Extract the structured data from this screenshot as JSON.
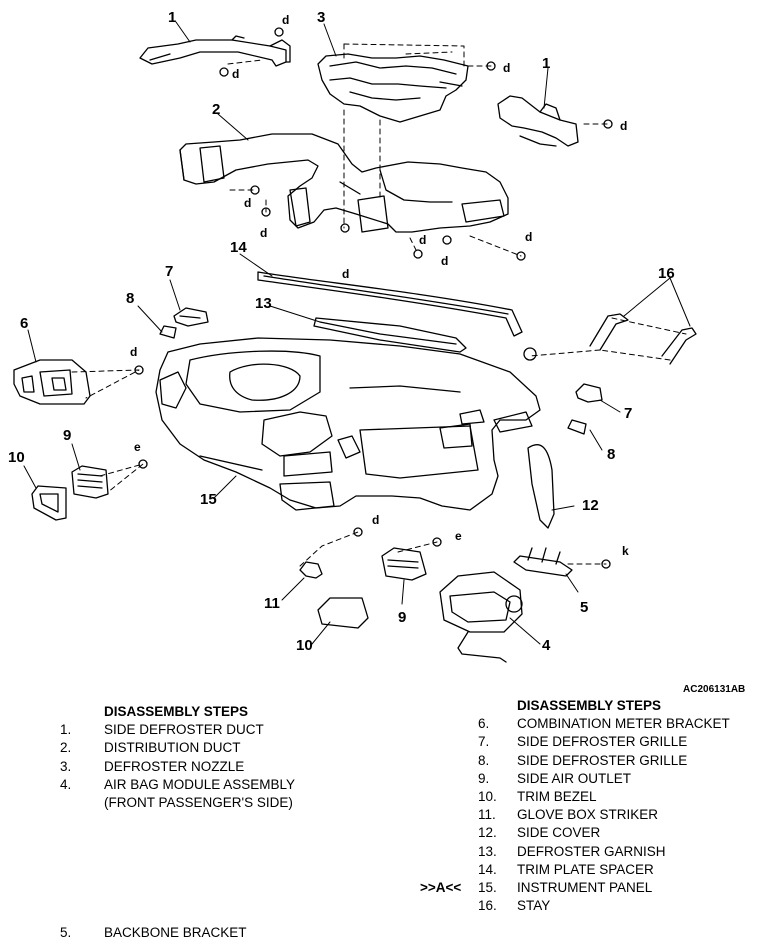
{
  "callouts": {
    "c1a": "1",
    "c1b": "1",
    "c2": "2",
    "c3": "3",
    "c4": "4",
    "c5": "5",
    "c6": "6",
    "c7a": "7",
    "c7b": "7",
    "c8a": "8",
    "c8b": "8",
    "c9a": "9",
    "c9b": "9",
    "c10a": "10",
    "c10b": "10",
    "c11": "11",
    "c12": "12",
    "c13": "13",
    "c14": "14",
    "c15": "15",
    "c16": "16"
  },
  "fasteners": {
    "d": "d",
    "e": "e",
    "k": "k"
  },
  "figure_code": "AC206131AB",
  "left_steps": {
    "heading": "DISASSEMBLY STEPS",
    "items": [
      {
        "num": "1.",
        "text": "SIDE DEFROSTER DUCT"
      },
      {
        "num": "2.",
        "text": "DISTRIBUTION DUCT"
      },
      {
        "num": "3.",
        "text": "DEFROSTER NOZZLE"
      },
      {
        "num": "4.",
        "text": "AIR BAG MODULE ASSEMBLY"
      },
      {
        "num": "",
        "text": "(FRONT PASSENGER'S SIDE)"
      }
    ]
  },
  "right_steps": {
    "heading": "DISASSEMBLY STEPS",
    "items": [
      {
        "mark": "",
        "num": "6.",
        "text": "COMBINATION METER BRACKET"
      },
      {
        "mark": "",
        "num": "7.",
        "text": "SIDE DEFROSTER GRILLE"
      },
      {
        "mark": "",
        "num": "8.",
        "text": "SIDE DEFROSTER GRILLE"
      },
      {
        "mark": "",
        "num": "9.",
        "text": "SIDE AIR OUTLET"
      },
      {
        "mark": "",
        "num": "10.",
        "text": "TRIM BEZEL"
      },
      {
        "mark": "",
        "num": "11.",
        "text": "GLOVE BOX STRIKER"
      },
      {
        "mark": "",
        "num": "12.",
        "text": "SIDE COVER"
      },
      {
        "mark": "",
        "num": "13.",
        "text": "DEFROSTER GARNISH"
      },
      {
        "mark": "",
        "num": "14.",
        "text": "TRIM PLATE SPACER"
      },
      {
        "mark": ">>A<<",
        "num": "15.",
        "text": "INSTRUMENT PANEL"
      },
      {
        "mark": "",
        "num": "16.",
        "text": "STAY"
      }
    ]
  },
  "bottom_step": {
    "num": "5.",
    "text": "BACKBONE BRACKET"
  }
}
